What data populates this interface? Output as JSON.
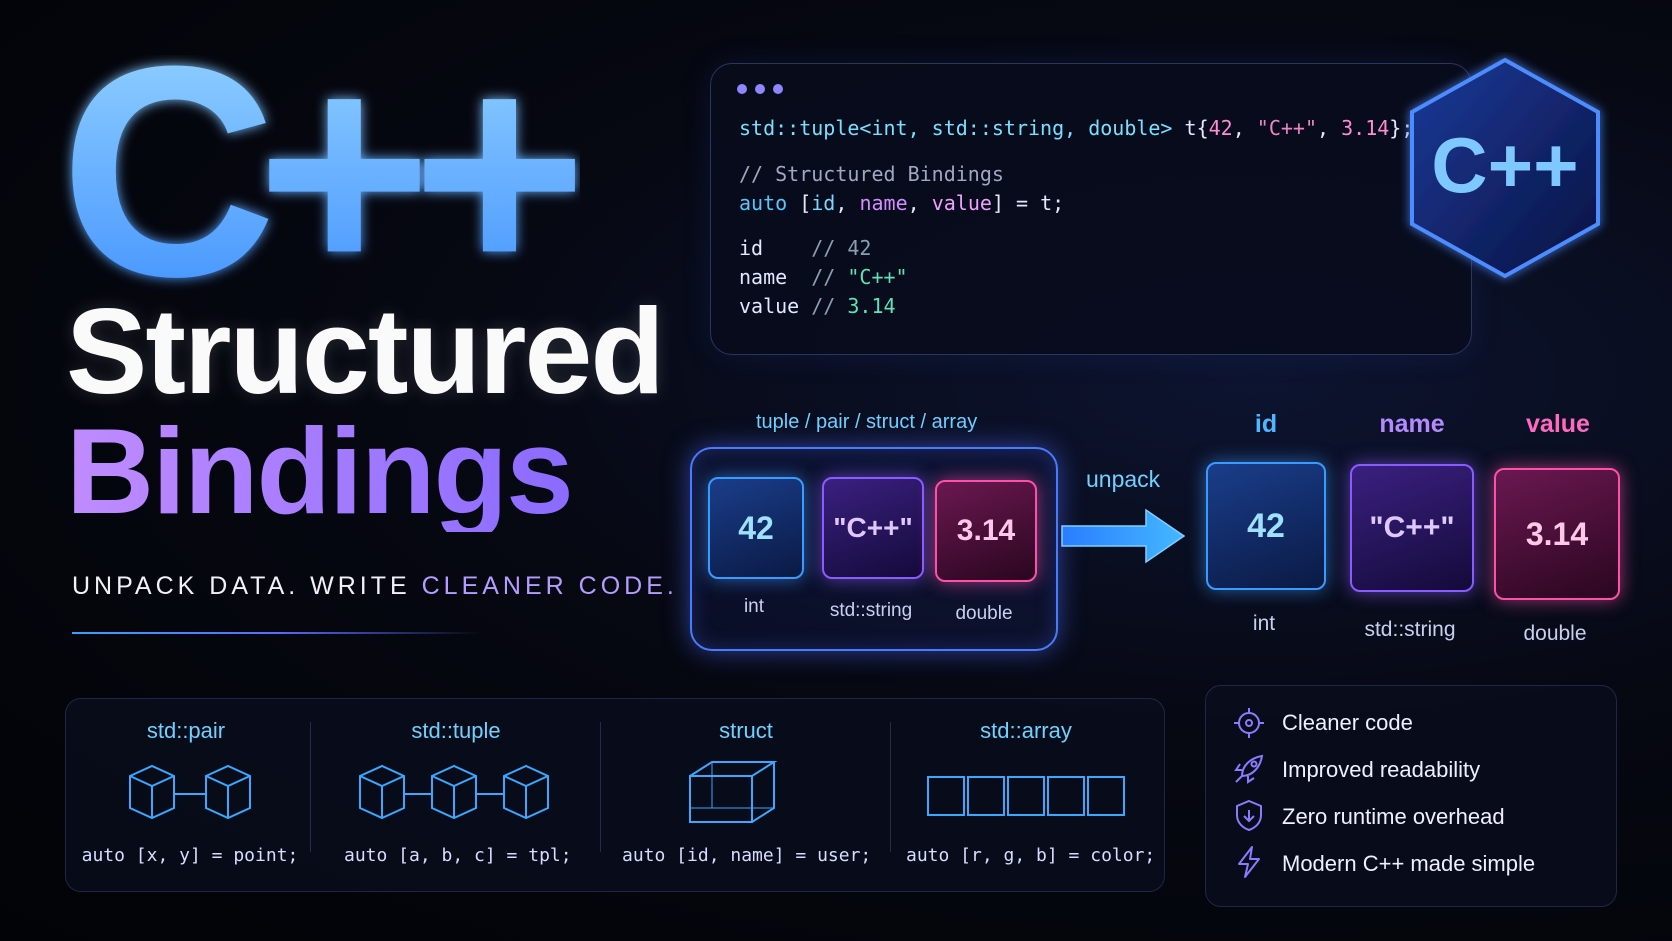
{
  "title": {
    "logo_text": "C++",
    "line1": "Structured",
    "line2": "Bindings",
    "tagline_part1": "UNPACK DATA. WRITE ",
    "tagline_part2": "CLEANER CODE."
  },
  "code": {
    "line1": {
      "type_start": "std::tuple<int, std::string, double>",
      "decl": " t{",
      "num1": "42",
      "sep1": ", ",
      "str1": "\"C++\"",
      "sep2": ", ",
      "num2": "3.14",
      "end": "};"
    },
    "comment": "// Structured Bindings",
    "line3": {
      "kw": "auto",
      "open": " [",
      "v1": "id",
      "c1": ", ",
      "v2": "name",
      "c2": ", ",
      "v3": "value",
      "close": "] = t;"
    },
    "results": [
      {
        "name": "id",
        "pad": "    ",
        "comment": "// ",
        "val": "42"
      },
      {
        "name": "name",
        "pad": "  ",
        "comment": "// ",
        "val": "\"C++\""
      },
      {
        "name": "value",
        "pad": " ",
        "comment": "// ",
        "val": "3.14"
      }
    ]
  },
  "hex_badge": "C++",
  "tuple": {
    "label": "tuple / pair / struct / array",
    "items": [
      {
        "value": "42",
        "type": "int"
      },
      {
        "value": "\"C++\"",
        "type": "std::string"
      },
      {
        "value": "3.14",
        "type": "double"
      }
    ]
  },
  "unpack_label": "unpack",
  "bindings": [
    {
      "name": "id",
      "value": "42",
      "type": "int"
    },
    {
      "name": "name",
      "value": "\"C++\"",
      "type": "std::string"
    },
    {
      "name": "value",
      "value": "3.14",
      "type": "double"
    }
  ],
  "types": [
    {
      "title": "std::pair",
      "code": "auto [x, y] = point;"
    },
    {
      "title": "std::tuple",
      "code": "auto [a, b, c] = tpl;"
    },
    {
      "title": "struct",
      "code": "auto [id, name] = user;"
    },
    {
      "title": "std::array",
      "code": "auto [r, g, b] = color;"
    }
  ],
  "features": [
    {
      "icon": "target-icon",
      "label": "Cleaner code"
    },
    {
      "icon": "rocket-icon",
      "label": "Improved readability"
    },
    {
      "icon": "shield-icon",
      "label": "Zero runtime overhead"
    },
    {
      "icon": "lightning-icon",
      "label": "Modern C++ made simple"
    }
  ],
  "colors": {
    "blue": "#3a9bff",
    "purple": "#8a5bff",
    "pink": "#ff4fa8",
    "cyan_text": "#6fd1ff"
  }
}
